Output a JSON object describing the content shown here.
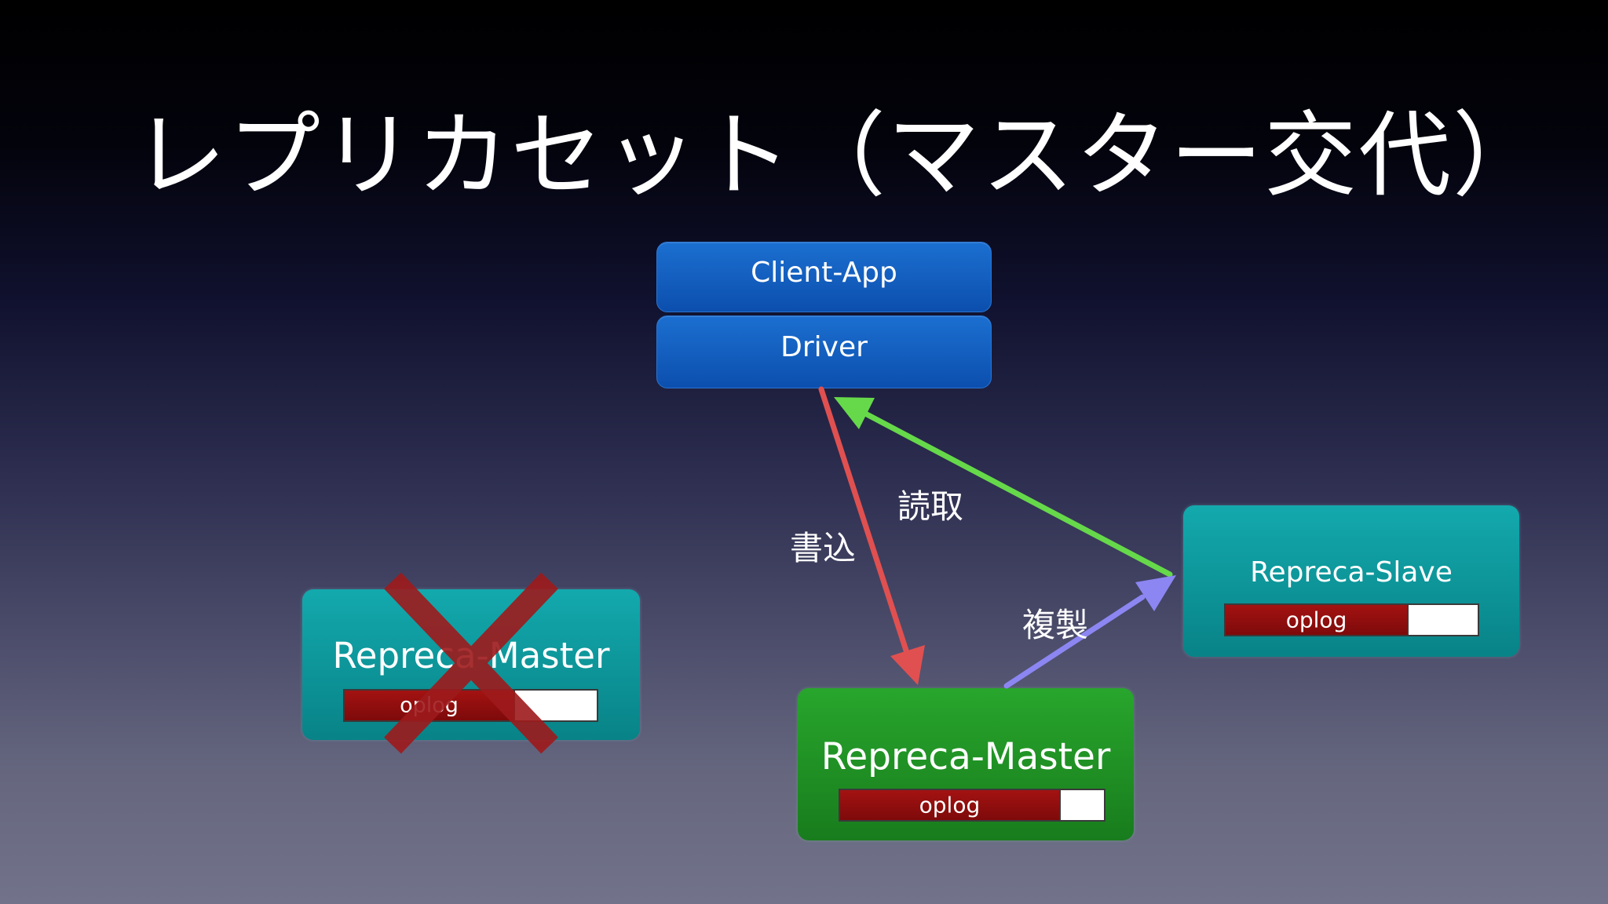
{
  "slide": {
    "title": "レプリカセット（マスター交代）"
  },
  "client": {
    "app_label": "Client-App",
    "driver_label": "Driver"
  },
  "nodes": {
    "old_master": {
      "title": "Repreca-Master",
      "oplog_label": "oplog",
      "oplog_fill": 0.67,
      "status": "failed",
      "cross_color": "#9e1a1c"
    },
    "new_master": {
      "title": "Repreca-Master",
      "oplog_label": "oplog",
      "oplog_fill": 0.83
    },
    "slave": {
      "title": "Repreca-Slave",
      "oplog_label": "oplog",
      "oplog_fill": 0.72
    }
  },
  "edges": {
    "write": {
      "label": "書込",
      "color": "#e05050"
    },
    "read": {
      "label": "読取",
      "color": "#66d94a"
    },
    "replicate": {
      "label": "複製",
      "color": "#8c86f2"
    }
  }
}
